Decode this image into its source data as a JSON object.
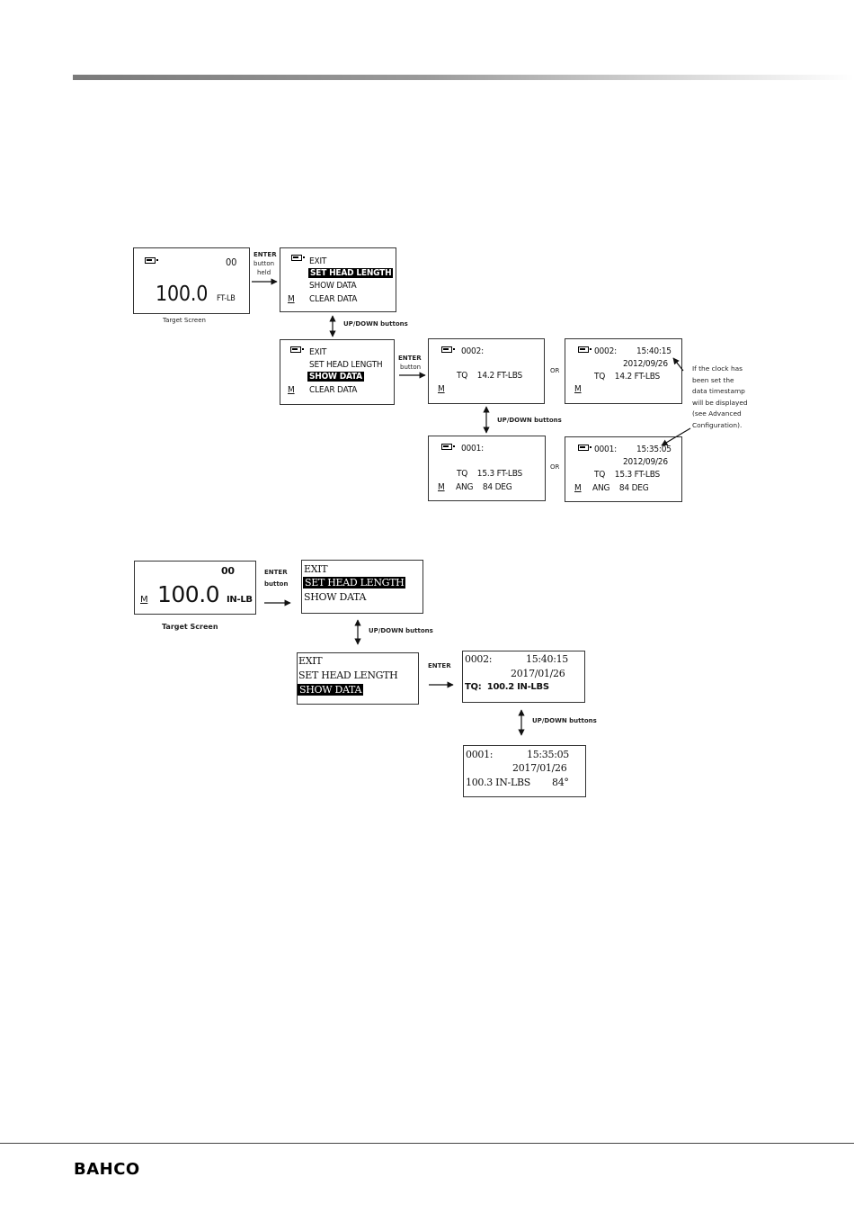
{
  "brand": {
    "logo_text": "BAHCO"
  },
  "diagram1": {
    "target": {
      "battery": "battery-icon",
      "memory": "00",
      "value": "100.0",
      "unit": "FT-LB",
      "caption": "Target Screen"
    },
    "enter_held": [
      "ENTER",
      "button",
      "held"
    ],
    "menu": {
      "items": [
        "EXIT",
        "SET HEAD LENGTH",
        "SHOW DATA",
        "CLEAR DATA"
      ],
      "m": "M"
    },
    "updown1": "UP/DOWN buttons",
    "enter_button": [
      "ENTER",
      "button"
    ],
    "rec2": {
      "id": "0002:",
      "tq": "TQ    14.2 FT-LBS",
      "m": "M"
    },
    "or1": "OR",
    "rec2ts": {
      "id": "0002:",
      "time": "15:40:15",
      "date": "2012/09/26",
      "tq": "TQ    14.2 FT-LBS",
      "m": "M"
    },
    "note": [
      "If the clock has",
      "been set the",
      "data timestamp",
      "will be displayed",
      "(see Advanced",
      "Configuration)."
    ],
    "updown2": "UP/DOWN buttons",
    "rec1": {
      "id": "0001:",
      "tq": "TQ    15.3 FT-LBS",
      "ang": "ANG    84 DEG",
      "m": "M"
    },
    "or2": "OR",
    "rec1ts": {
      "id": "0001:",
      "time": "15:35:05",
      "date": "2012/09/26",
      "tq": "TQ    15.3 FT-LBS",
      "ang": "ANG    84 DEG",
      "m": "M"
    }
  },
  "diagram2": {
    "target": {
      "memory": "00",
      "value": "100.0",
      "unit": "IN-LB",
      "m": "M",
      "caption": "Target Screen"
    },
    "enter_button": [
      "ENTER",
      "button"
    ],
    "menu": {
      "items": [
        "EXIT",
        "SET HEAD LENGTH",
        "SHOW DATA"
      ]
    },
    "updown1": "UP/DOWN buttons",
    "enter": "ENTER",
    "rec2": {
      "id": "0002:",
      "time": "15:40:15",
      "date": "2017/01/26",
      "tq": "TQ:  100.2 IN-LBS"
    },
    "updown2": "UP/DOWN buttons",
    "rec1": {
      "id": "0001:",
      "time": "15:35:05",
      "date": "2017/01/26",
      "val": "100.3 IN-LBS",
      "ang": "84°"
    }
  }
}
